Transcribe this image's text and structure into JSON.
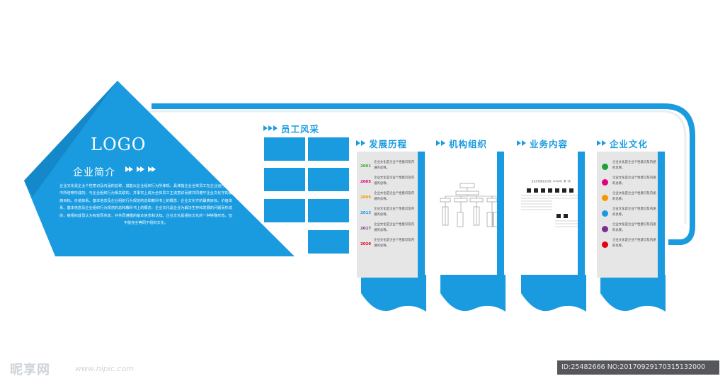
{
  "intro": {
    "logo": "LOGO",
    "title": "企业简介",
    "body": "企业文化是企业个性意识及内涵的总称，其能以企业组织行为所体现，具体指企业全体员工在企业运行过程中所培育形成的，与企业组织行为相关联的，并事实上成为全体员工主流意识而被共同遵守企业文化守的最高目标。价值体系、基本信念及企业组织行为规范的总和教科书上的概念：企业文化守的最高目标、价值体系、基本信念及企业组织行为规范的总和教科书上的概念：企业文化是企业为解决生存和发展的问题而形成的，被组织成员认为有效而共享，并共同遵循的基本信念和认知。企业文化是组织文化的一种特殊形态，但不能完全等同于组织文化。"
  },
  "sections": {
    "staff": "员工风采",
    "history": "发展历程",
    "org": "机构组织",
    "business": "业务内容",
    "culture": "企业文化"
  },
  "history": [
    {
      "year": "2001",
      "text": "企业文化是企业个性意识及内涵的总称。",
      "color": "#3aa935"
    },
    {
      "year": "2005",
      "text": "企业文化是企业个性意识及内涵的总称。",
      "color": "#e4007f"
    },
    {
      "year": "2009",
      "text": "企业文化是企业个性意识及内涵的总称。",
      "color": "#f39800"
    },
    {
      "year": "2013",
      "text": "企业文化是企业个性意识及内涵的总称。",
      "color": "#1a9be0"
    },
    {
      "year": "2017",
      "text": "企业文化是企业个性意识及内涵的总称。",
      "color": "#7a2e8e"
    },
    {
      "year": "2020",
      "text": "企业文化是企业个性意识及内涵的总称。",
      "color": "#e60012"
    }
  ],
  "culture": [
    {
      "text": "企业文化是企业个性意识及内涵的总称。",
      "color": "#1aa13a"
    },
    {
      "text": "企业文化是企业个性意识及内涵的总称。",
      "color": "#e4007f"
    },
    {
      "text": "企业文化是企业个性意识及内涵的总称。",
      "color": "#f39800"
    },
    {
      "text": "企业文化是企业个性意识及内涵的总称。",
      "color": "#1a9be0"
    },
    {
      "text": "企业文化是企业个性意识及内涵的总称。",
      "color": "#7a2e8e"
    },
    {
      "text": "企业文化是企业个性意识及内涵的总称。",
      "color": "#e60012"
    }
  ],
  "business": {
    "title": "企业文化是企业文化（XX公司）第一篇"
  },
  "colors": {
    "brand": "#1a9be0",
    "panel": "#e6e6e6"
  },
  "watermark": {
    "logo": "昵享网",
    "url": "www.nipic.com",
    "id": "ID:25482666 NO:20170929170315132000"
  }
}
